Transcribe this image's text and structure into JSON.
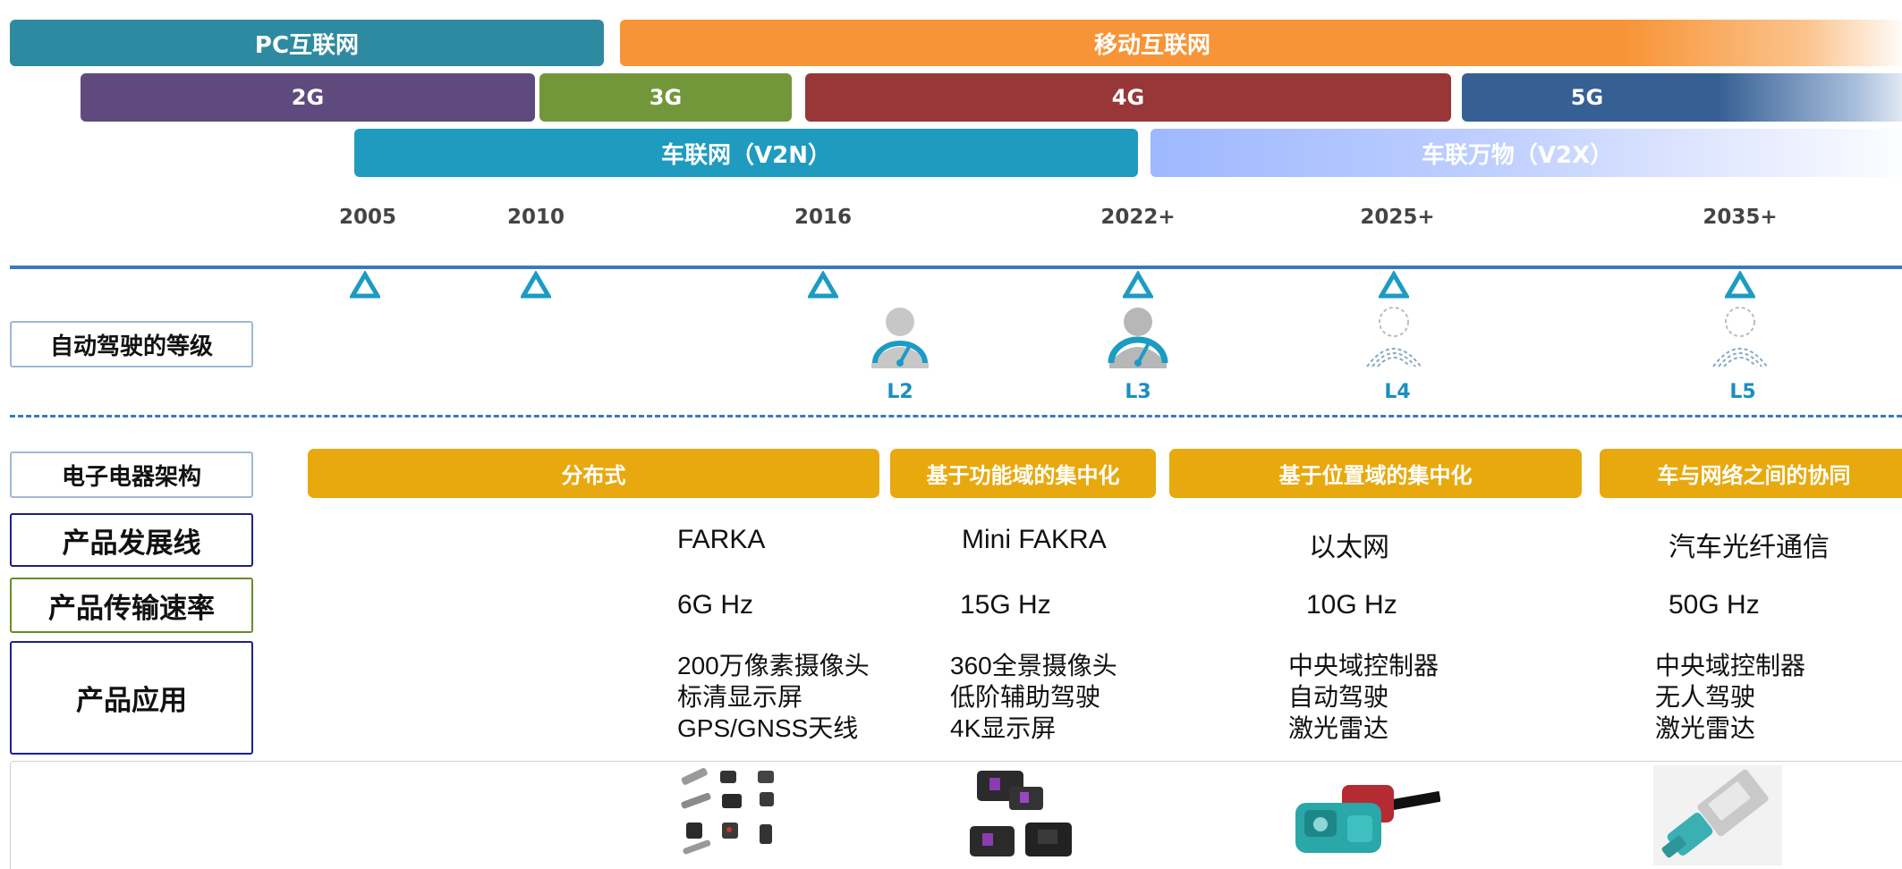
{
  "era_bars": {
    "pc": "PC互联网",
    "mobile": "移动互联网"
  },
  "network_bars": {
    "g2": "2G",
    "g3": "3G",
    "g4": "4G",
    "g5": "5G"
  },
  "v2x_bars": {
    "v2n": "车联网（V2N）",
    "v2x": "车联万物（V2X）"
  },
  "timeline": {
    "years": [
      "2005",
      "2010",
      "2016",
      "2022+",
      "2025+",
      "2035+"
    ]
  },
  "autonomy": {
    "label": "自动驾驶的等级",
    "levels": [
      "L2",
      "L3",
      "L4",
      "L5"
    ]
  },
  "architecture": {
    "label": "电子电器架构",
    "stages": [
      "分布式",
      "基于功能域的集中化",
      "基于位置域的集中化",
      "车与网络之间的协同"
    ]
  },
  "product_line": {
    "label": "产品发展线",
    "values": [
      "FARKA",
      "Mini FAKRA",
      "以太网",
      "汽车光纤通信"
    ]
  },
  "transfer_rate": {
    "label": "产品传输速率",
    "values": [
      "6G Hz",
      "15G Hz",
      "10G Hz",
      "50G Hz"
    ]
  },
  "application": {
    "label": "产品应用",
    "groups": [
      [
        "200万像素摄像头",
        "标清显示屏",
        "GPS/GNSS天线"
      ],
      [
        "360全景摄像头",
        "低阶辅助驾驶",
        "4K显示屏"
      ],
      [
        "中央域控制器",
        "自动驾驶",
        "激光雷达"
      ],
      [
        "中央域控制器",
        "无人驾驶",
        "激光雷达"
      ]
    ]
  },
  "products": {
    "icons": [
      "fakra-connectors-image",
      "mini-fakra-connectors-image",
      "ethernet-connector-image",
      "optical-fiber-module-image"
    ]
  },
  "colors": {
    "pc": "#2e8aa0",
    "mobile": "#f79437",
    "g2": "#5f4a7e",
    "g3": "#72973a",
    "g4": "#973737",
    "g5": "#365f94",
    "v2n": "#1f9bc0",
    "v2x": "#9eb8ff",
    "timeline": "#3b78c2",
    "triangle": "#1c9bc4",
    "architecture": "#e8a90e",
    "row_border_blue": "#1f1f8a",
    "row_border_green": "#6b8c23"
  }
}
